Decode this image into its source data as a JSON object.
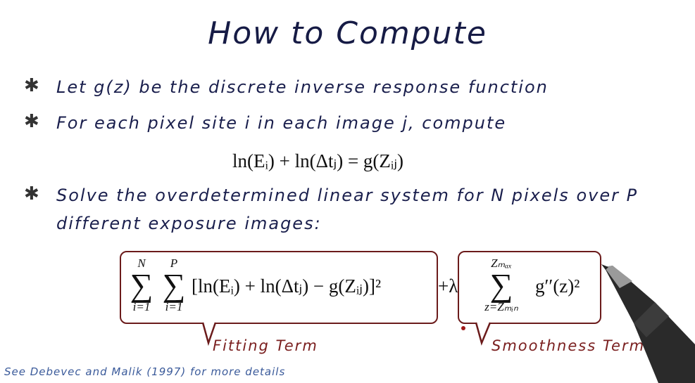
{
  "title": "How to Compute",
  "bullets": [
    "Let g(z) be the discrete inverse response function",
    "For each pixel site i in each image j, compute",
    "Solve the overdetermined linear system for N pixels over P",
    "different exposure images:"
  ],
  "equation1": "ln(Eᵢ) + ln(Δtⱼ) = g(Zᵢⱼ)",
  "objective": {
    "sum1_top": "N",
    "sum1_bottom": "i=1",
    "sum2_top": "P",
    "sum2_bottom": "i=1",
    "fitting_expr": "[ln(Eᵢ) + ln(Δtⱼ) − g(Zᵢⱼ)]²",
    "plus_lambda": "+λ",
    "sum3_top": "Zₘₐₓ",
    "sum3_bottom": "z=Zₘᵢₙ",
    "smooth_expr": "g′′(z)²"
  },
  "labels": {
    "fitting": "Fitting Term",
    "smoothness": "Smoothness Term"
  },
  "footer": "See Debevec and Malik (1997) for more details",
  "colors": {
    "ink": "#1a1f4d",
    "box": "#6b1b1b",
    "footer": "#3a5a9a"
  }
}
